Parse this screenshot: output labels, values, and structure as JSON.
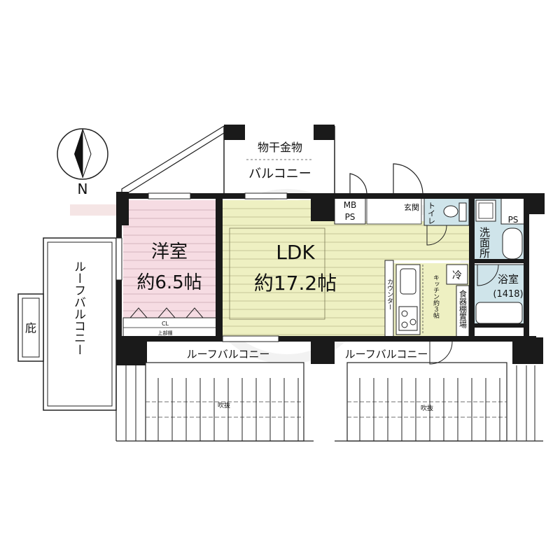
{
  "compass": {
    "north": "N"
  },
  "rooms": {
    "western": {
      "name": "洋室",
      "size": "約6.5帖"
    },
    "ldk": {
      "name": "LDK",
      "size": "約17.2帖"
    },
    "bath": {
      "name": "浴室",
      "size": "(1418)"
    },
    "washroom": "洗面所",
    "toilet": "トイレ",
    "entrance": "玄関",
    "kitchen": "キッチン約３帖",
    "counter": "カウンター",
    "cupboard": "食器棚置場",
    "fridge": "冷"
  },
  "labels": {
    "mb_ps_1": "MB",
    "mb_ps_2": "PS",
    "ps": "PS",
    "cl": "CL",
    "upper_shelf": "上部棚",
    "hanger": "物干金物",
    "balcony": "バルコニー",
    "roof_balcony_left": "ルーフバルコニー",
    "roof_balcony_bottom_left": "ルーフバルコニー",
    "roof_balcony_bottom_right": "ルーフバルコニー",
    "eave": "庇",
    "void_left": "吹抜",
    "void_right": "吹抜"
  },
  "colors": {
    "western_floor": "#f6dce3",
    "ldk_floor": "#eef0c2",
    "wet_area": "#cfe4ea",
    "wall": "#1a1a1a"
  }
}
